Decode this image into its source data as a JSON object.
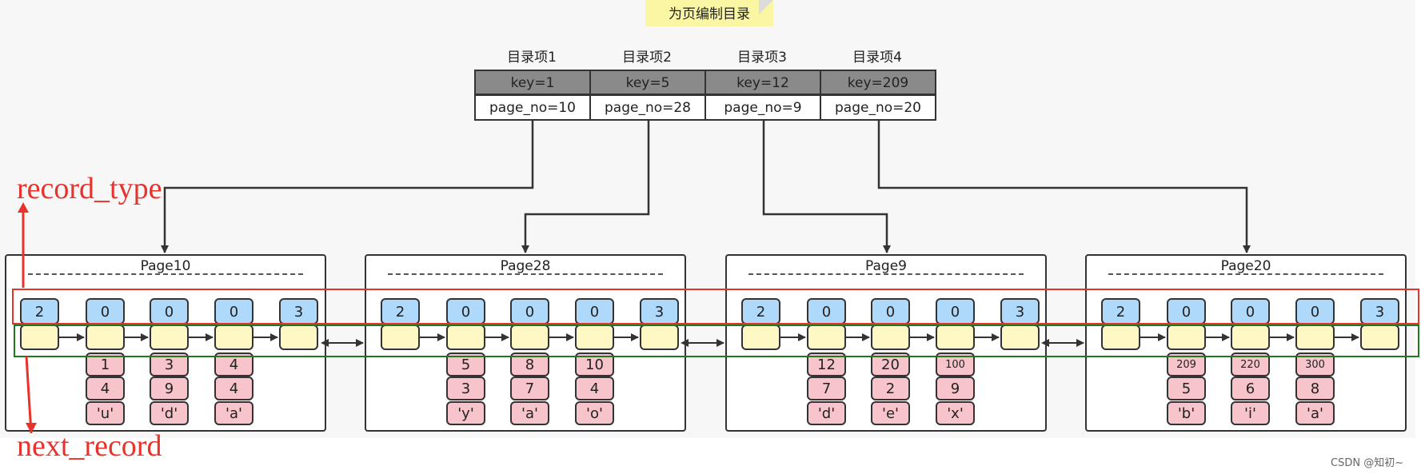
{
  "title_note": "为页编制目录",
  "directory": [
    {
      "header": "目录项1",
      "key": "key=1",
      "page": "page_no=10"
    },
    {
      "header": "目录项2",
      "key": "key=5",
      "page": "page_no=28"
    },
    {
      "header": "目录项3",
      "key": "key=12",
      "page": "page_no=9"
    },
    {
      "header": "目录项4",
      "key": "key=209",
      "page": "page_no=20"
    }
  ],
  "pages": [
    {
      "title": "Page10",
      "record_types": [
        "2",
        "0",
        "0",
        "0",
        "3"
      ],
      "records": [
        [
          "1",
          "4",
          "'u'"
        ],
        [
          "3",
          "9",
          "'d'"
        ],
        [
          "4",
          "4",
          "'a'"
        ]
      ]
    },
    {
      "title": "Page28",
      "record_types": [
        "2",
        "0",
        "0",
        "0",
        "3"
      ],
      "records": [
        [
          "5",
          "3",
          "'y'"
        ],
        [
          "8",
          "7",
          "'a'"
        ],
        [
          "10",
          "4",
          "'o'"
        ]
      ]
    },
    {
      "title": "Page9",
      "record_types": [
        "2",
        "0",
        "0",
        "0",
        "3"
      ],
      "records": [
        [
          "12",
          "7",
          "'d'"
        ],
        [
          "20",
          "2",
          "'e'"
        ],
        [
          "100",
          "9",
          "'x'"
        ]
      ]
    },
    {
      "title": "Page20",
      "record_types": [
        "2",
        "0",
        "0",
        "0",
        "3"
      ],
      "records": [
        [
          "209",
          "5",
          "'b'"
        ],
        [
          "220",
          "6",
          "'i'"
        ],
        [
          "300",
          "8",
          "'a'"
        ]
      ]
    }
  ],
  "annotations": {
    "record_type": "record_type",
    "next_record": "next_record"
  },
  "watermark": "CSDN @知初~",
  "colors": {
    "record_type_highlight": "#e8322c",
    "next_record_highlight": "#1f7a1f",
    "record_type_fill": "#aed9fb",
    "next_record_fill": "#fff8c4",
    "record_cell_fill": "#f7c4cb",
    "directory_key_fill": "#8a8a8a",
    "note_fill": "#fbf6a3"
  }
}
